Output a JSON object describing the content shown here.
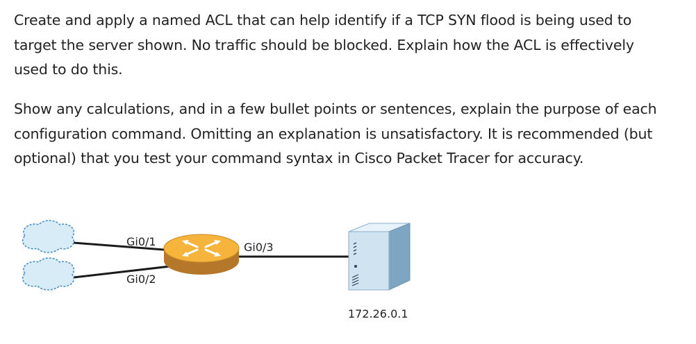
{
  "question": {
    "paragraph_1": "Create and apply a named ACL that can help identify if a TCP SYN flood is being used to target the server shown. No traffic should be blocked. Explain how the ACL is effectively used to do this.",
    "paragraph_2": "Show any calculations, and in a few bullet points or sentences, explain the purpose of each configuration command. Omitting an explanation is unsatisfactory. It is recommended (but optional) that you test your command syntax in Cisco Packet Tracer for accuracy."
  },
  "diagram": {
    "interfaces": {
      "gi01": "Gi0/1",
      "gi02": "Gi0/2",
      "gi03": "Gi0/3"
    },
    "server_ip": "172.26.0.1"
  },
  "colors": {
    "text": "#222222",
    "cloud_fill": "#d8ecf8",
    "cloud_stroke": "#4a90c8",
    "router_top": "#f6b43c",
    "router_side": "#b5782a",
    "server_front": "#cfe3f1",
    "server_side": "#7ea6c2"
  },
  "icons": [
    "cloud-icon",
    "router-icon",
    "server-icon"
  ]
}
